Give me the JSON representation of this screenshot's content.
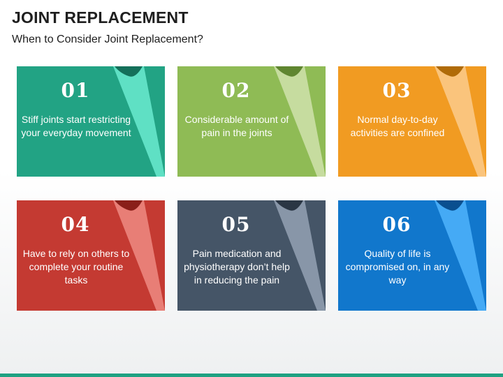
{
  "header": {
    "title": "JOINT REPLACEMENT",
    "subtitle": "When to Consider Joint Replacement?"
  },
  "cards": [
    {
      "number": "01",
      "text": "Stiff joints start restricting your everyday movement",
      "color": "#22a384",
      "flap_color": "#5fe0c4",
      "curl_color": "#14705a"
    },
    {
      "number": "02",
      "text": "Considerable amount of pain in the joints",
      "color": "#8fbb55",
      "flap_color": "#c6dc9f",
      "curl_color": "#5f8630"
    },
    {
      "number": "03",
      "text": "Normal day-to-day activities are confined",
      "color": "#f19b22",
      "flap_color": "#fac47c",
      "curl_color": "#b06b08"
    },
    {
      "number": "04",
      "text": "Have to rely on others to complete your routine tasks",
      "color": "#c43a32",
      "flap_color": "#e87e76",
      "curl_color": "#8a1f19"
    },
    {
      "number": "05",
      "text": "Pain medication and physiotherapy don’t help in reducing the pain",
      "color": "#455567",
      "flap_color": "#8896a8",
      "curl_color": "#2a3644"
    },
    {
      "number": "06",
      "text": "Quality of life is compromised on, in any way",
      "color": "#1177cc",
      "flap_color": "#45aaf5",
      "curl_color": "#0a4f8f"
    }
  ],
  "footer": {
    "accent_color": "#1fa182"
  }
}
